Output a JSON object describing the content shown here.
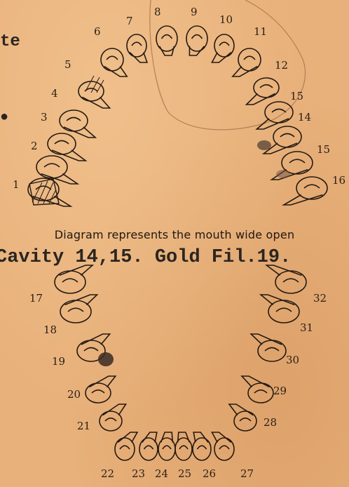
{
  "edge_fragment": "te",
  "upper_labels": [
    {
      "n": "1"
    },
    {
      "n": "2"
    },
    {
      "n": "3"
    },
    {
      "n": "4"
    },
    {
      "n": "5"
    },
    {
      "n": "6"
    },
    {
      "n": "7"
    },
    {
      "n": "8"
    },
    {
      "n": "9"
    },
    {
      "n": "10"
    },
    {
      "n": "11"
    },
    {
      "n": "12"
    },
    {
      "n": "15"
    },
    {
      "n": "14"
    },
    {
      "n": "15"
    },
    {
      "n": "16"
    }
  ],
  "caption": "Diagram represents the mouth wide open",
  "typed_note": "Cavity 14,15. Gold Fil.19.",
  "lower_labels": [
    {
      "n": "17"
    },
    {
      "n": "18"
    },
    {
      "n": "19"
    },
    {
      "n": "20"
    },
    {
      "n": "21"
    },
    {
      "n": "22"
    },
    {
      "n": "23"
    },
    {
      "n": "24"
    },
    {
      "n": "25"
    },
    {
      "n": "26"
    },
    {
      "n": "27"
    },
    {
      "n": "28"
    },
    {
      "n": "29"
    },
    {
      "n": "30"
    },
    {
      "n": "31"
    },
    {
      "n": "32"
    }
  ],
  "colors": {
    "paper": "#e8b07a",
    "ink": "#2a2018"
  }
}
